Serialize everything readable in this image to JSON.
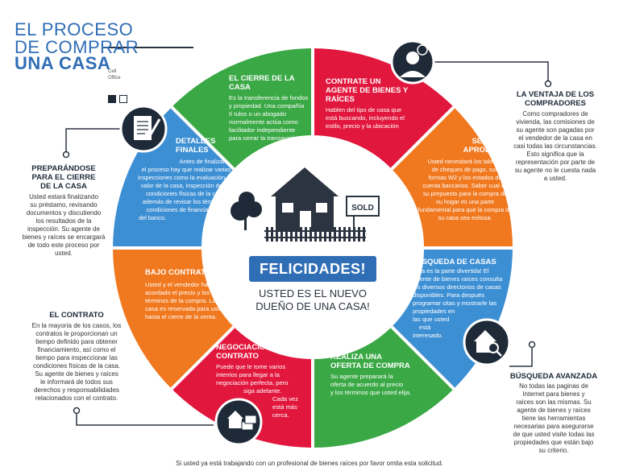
{
  "title": {
    "line1": "EL PROCESO",
    "line2": "DE COMPRAR",
    "line3": "UNA CASA"
  },
  "contact": {
    "cell": "Cell",
    "office": "Office"
  },
  "center": {
    "congrats": "FELICIDADES!",
    "owner_line1": "USTED ES EL NUEVO",
    "owner_line2": "DUEÑO DE UNA CASA!",
    "sign": "SOLD"
  },
  "segments": {
    "agente": {
      "heading": "CONTRATE UN AGENTE DE BIENES Y RAÍCES",
      "lines": [
        "Hablen  del  tipo de casa que",
        "está buscando, incluyendo el",
        "estilo, precio y la ubicación"
      ]
    },
    "pre": {
      "heading1": "SEA PRE-",
      "heading2": "APROBADO",
      "lines": [
        "Usted necesitará los talones",
        "de cheques de pago, sus",
        "formas W2 y los estados de",
        "cuenta bancarios. Saber cual es",
        "su prepuesto para la compra de",
        "su hogar es una parte",
        "fundamental para que la compra de",
        "su casa sea exitosa."
      ]
    },
    "busqueda": {
      "heading": "BUSQUEDA DE CASAS",
      "lines": [
        "Esta es la parte divertida! El",
        "agente de bienes raíces consulta",
        "los diversos directorios de casas",
        "disponibles. Para después",
        "programar citas y mostrarle las",
        "propiedades en",
        "las que usted",
        "está",
        "interesado."
      ]
    },
    "oferta": {
      "heading1": "REALIZA UNA",
      "heading2": "OFERTA DE COMPRA",
      "lines": [
        "Su agente preparará la",
        "oferta de acuerdo al precio",
        "y los términos que usted elija."
      ]
    },
    "negociacion": {
      "heading1": "NEGOCIACIÓN Y",
      "heading2": "CONTRATO",
      "lines": [
        "Puede que le tome varios",
        "intentos para llegar a la",
        "negociación perfecta, pero",
        "siga adelante.",
        "Cada vez",
        "está más",
        "cerca."
      ]
    },
    "contrato": {
      "heading": "BAJO CONTRATO",
      "lines": [
        "Usted y el vendedor han",
        "acordado el precio y los",
        "términos de la compra. La",
        "casa es reservada para usted",
        "hasta el cierre de la venta."
      ]
    },
    "detalles": {
      "heading1": "DETALLES",
      "heading2": "FINALES",
      "lines": [
        "Antes de finalizar",
        "el proceso hay que realizar varias",
        "inspecciones como la evaluación del",
        "valor de la casa, inspección de las",
        "condiciones físicas de la casa,",
        "además de revisar los términos y",
        "condiciones de financiamiento",
        "del banco."
      ]
    },
    "cierre": {
      "heading": "EL CIERRE DE LA CASA",
      "lines": [
        "Es la transferencia de fondos",
        "y propiedad. Una compañía",
        "tí tulos o un abogado",
        "normalmente actúa como",
        "facilitador independiente",
        "para cerrar la transacción."
      ]
    }
  },
  "side": {
    "ventaja": {
      "heading1": "LA VENTAJA DE LOS",
      "heading2": "COMPRADORES",
      "lines": [
        "Como compradores de",
        "vivienda, las comisiones de",
        "su agente son pagadas por",
        "el vendedor de la casa en",
        "casi todas las circunstancias.",
        "Esto significa que la",
        "representación por parte de",
        "su agente no le cuesta nada",
        "a usted."
      ]
    },
    "avanzada": {
      "heading": "BÚSQUEDA AVANZADA",
      "lines": [
        "No todas las paginas de",
        "Internet para bienes y",
        "raíces son las mismas. Su",
        "agente de bienes y raíces",
        "tiene las herramientas",
        "necesarias para asegurarse",
        "de que usted visite todas las",
        "propiedades que están bajo",
        "su criterio."
      ]
    },
    "preparandose": {
      "heading1": "PREPARÁNDOSE",
      "heading2": "PARA EL CIERRE",
      "heading3": "DE LA CASA",
      "lines": [
        "Usted estará finalizando",
        "su préstamo, revisando",
        "documentos y discutiendo",
        "los resultados de la",
        "inspección. Su agente de",
        "bienes y raíces se encargará",
        "de todo este proceso por",
        "usted."
      ]
    },
    "contrato": {
      "heading": "EL CONTRATO",
      "lines": [
        "En la mayoría de los casos, los",
        "contratos le proporcionan un",
        "tiempo definido para obtener",
        "financiamiento, así como el",
        "tiempo para inspeccionar las",
        "condiciones físicas de la casa.",
        "Su agente de bienes y raíces",
        "le informará de todos sus",
        "derechos y responsabilidades",
        "relacionados con el contrato."
      ]
    }
  },
  "footer": "Si usted ya está trabajando con un profesional de bienes raíces por favor omita esta solicitud.",
  "colors": {
    "blue": "#2f6db5",
    "lightblue": "#3d8fd4",
    "green": "#3aa845",
    "red": "#e2173d",
    "orange": "#f0781e",
    "navy": "#1e2a38"
  }
}
